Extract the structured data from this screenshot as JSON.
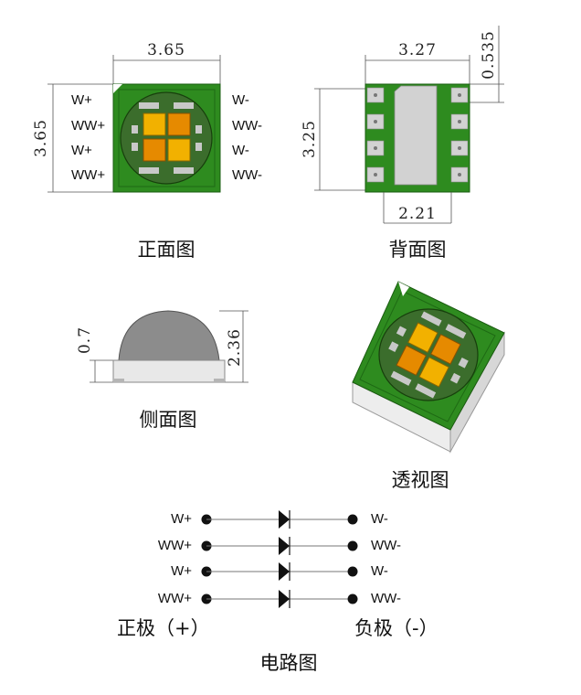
{
  "front": {
    "dim_top": "3.65",
    "dim_left": "3.65",
    "left_pins": [
      "W+",
      "WW+",
      "W+",
      "WW+"
    ],
    "right_pins": [
      "W-",
      "WW-",
      "W-",
      "WW-"
    ],
    "caption": "正面图"
  },
  "back": {
    "dim_top": "3.27",
    "dim_corner": "0.535",
    "dim_left": "3.25",
    "dim_bottom": "2.21",
    "caption": "背面图"
  },
  "side": {
    "dim_left": "0.7",
    "dim_right": "2.36",
    "caption": "侧面图"
  },
  "perspective": {
    "caption": "透视图"
  },
  "circuit": {
    "left_labels": [
      "W+",
      "WW+",
      "W+",
      "WW+"
    ],
    "right_labels": [
      "W-",
      "WW-",
      "W-",
      "WW-"
    ],
    "positive": "正极（+）",
    "negative": "负极（-）",
    "caption": "电路图"
  },
  "colors": {
    "pcb_green": "#2e8b1f",
    "chip_yellow": "#f2b100",
    "chip_orange": "#e68a00",
    "dome_gray": "#8c8c8c"
  }
}
